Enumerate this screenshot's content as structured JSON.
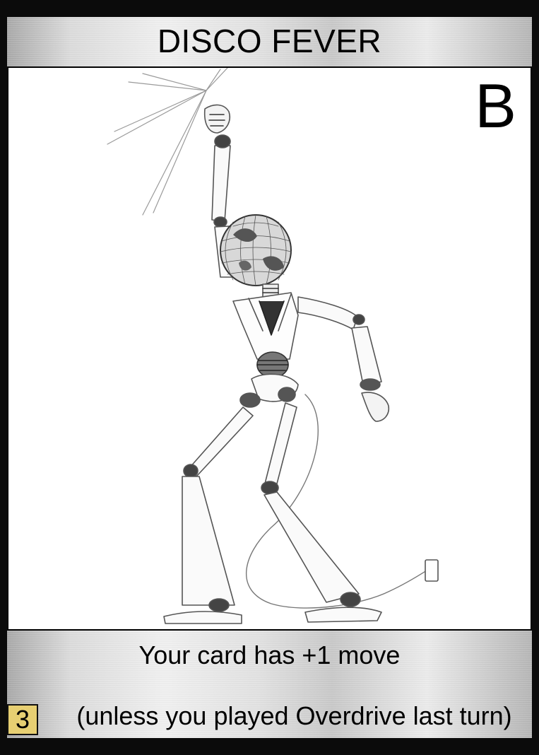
{
  "card": {
    "title": "DISCO FEVER",
    "letter": "B",
    "rule_text": "Your card has +1 move",
    "condition_text": "(unless you played Overdrive last turn)",
    "cost": "3",
    "cost_color": "#e7cf72",
    "illustration": "disco-ball-headed robot dancing"
  }
}
